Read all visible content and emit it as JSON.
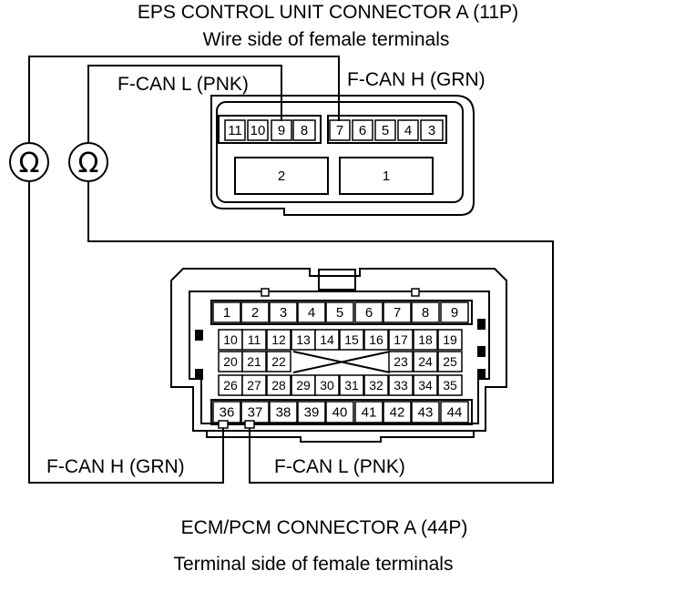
{
  "eps": {
    "title": "EPS CONTROL UNIT CONNECTOR A (11P)",
    "subtitle": "Wire side of female terminals",
    "small_pins": [
      "11",
      "10",
      "9",
      "8",
      "7",
      "6",
      "5",
      "4",
      "3"
    ],
    "large_pins": [
      "2",
      "1"
    ]
  },
  "ecm": {
    "title": "ECM/PCM CONNECTOR A (44P)",
    "subtitle": "Terminal side of female terminals",
    "row1": [
      "1",
      "2",
      "3",
      "4",
      "5",
      "6",
      "7",
      "8",
      "9"
    ],
    "row2": [
      "10",
      "11",
      "12",
      "13",
      "14",
      "15",
      "16",
      "17",
      "18",
      "19"
    ],
    "row3": [
      "20",
      "21",
      "22",
      "23",
      "24",
      "25"
    ],
    "row4": [
      "26",
      "27",
      "28",
      "29",
      "30",
      "31",
      "32",
      "33",
      "34",
      "35"
    ],
    "row5": [
      "36",
      "37",
      "38",
      "39",
      "40",
      "41",
      "42",
      "43",
      "44"
    ]
  },
  "wires": {
    "fcan_l_top": "F-CAN L (PNK)",
    "fcan_h_top": "F-CAN H (GRN)",
    "fcan_h_bottom": "F-CAN H (GRN)",
    "fcan_l_bottom": "F-CAN L (PNK)"
  },
  "meters": {
    "ohm_symbol": "Ω"
  }
}
